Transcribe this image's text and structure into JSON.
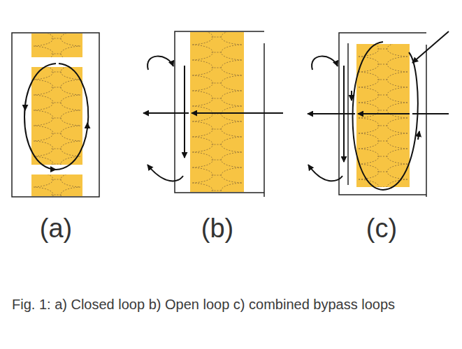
{
  "diagram": {
    "caption": "Fig. 1: a) Closed loop b) Open loop c) combined bypass loops",
    "labels": [
      "(a)",
      "(b)",
      "(c)"
    ]
  }
}
